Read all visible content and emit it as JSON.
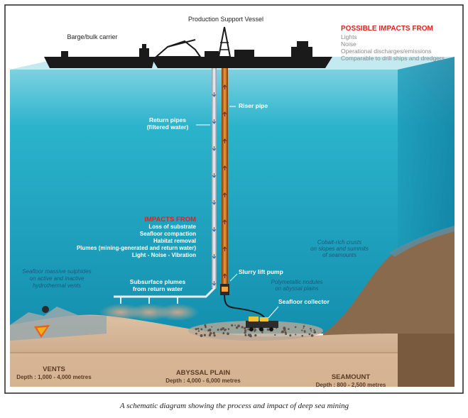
{
  "labels": {
    "vessel": "Production Support Vessel",
    "barge": "Barge/bulk carrier",
    "possible_impacts_title": "POSSIBLE IMPACTS FROM",
    "possible_impacts": [
      "Lights",
      "Noise",
      "Operational discharges/emissions",
      "Comparable to drill ships and dredgers"
    ],
    "riser_pipe": "Riser pipe",
    "return_pipes": [
      "Return pipes",
      "(filtered water)"
    ],
    "impacts_title": "IMPACTS FROM",
    "impacts": [
      "Loss of substrate",
      "Seafloor compaction",
      "Habitat removal",
      "Plumes (mining-generated and return water)",
      "Light - Noise - Vibration"
    ],
    "slurry_pump": "Slurry lift pump",
    "subsurface_plumes": [
      "Subsurface plumes",
      "from return water"
    ],
    "massive_sulphides": [
      "Seafloor massive sulphides",
      "on active and inactive",
      "hydrothermal vents"
    ],
    "cobalt_crusts": [
      "Cobalt-rich crusts",
      "on slopes and summits",
      "of seamounts"
    ],
    "nodules": [
      "Polymetallic nodules",
      "on abyssal plains"
    ],
    "collector": "Seafloor collector"
  },
  "zones": [
    {
      "name": "VENTS",
      "depth": "Depth : 1,000 - 4,000 metres"
    },
    {
      "name": "ABYSSAL PLAIN",
      "depth": "Depth : 4,000 - 6,000 metres"
    },
    {
      "name": "SEAMOUNT",
      "depth": "Depth : 800 - 2,500 metres"
    }
  ],
  "caption": "A schematic diagram showing the process and impact of deep sea mining",
  "colors": {
    "water": "#1fa9c4",
    "water_face": "#2bb5ce",
    "seafloor": "#c9a98a",
    "seamount": "#8a6a4c",
    "impact_red": "#e32119",
    "ship": "#1a1a1a"
  }
}
